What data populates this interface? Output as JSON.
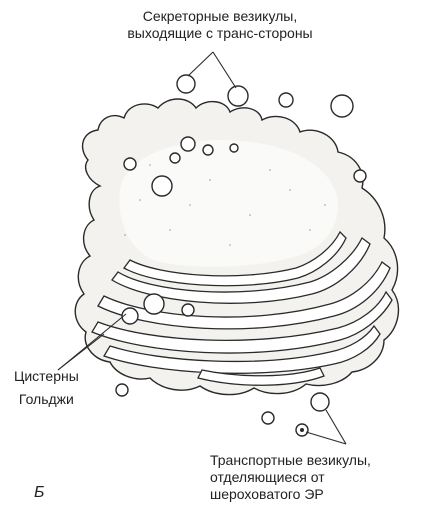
{
  "labels": {
    "secretory_vesicles": [
      "Секреторные везикулы,",
      "выходящие с транс-стороны"
    ],
    "golgi_cisterns": [
      "Цистерны",
      "Гольджи"
    ],
    "transport_vesicles": [
      "Транспортные везикулы,",
      "отделяющиеся от",
      "шероховатого ЭР"
    ],
    "panel_letter": "Б"
  }
}
